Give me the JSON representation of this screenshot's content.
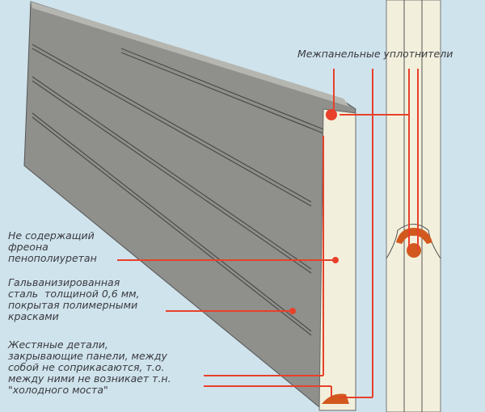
{
  "labels": {
    "seals": "Межпанельные уплотнители",
    "foam": "Не содержащий\nфреона\nпенополиуретан",
    "steel": "Гальванизированная\nсталь  толщиной 0,6 мм,\nпокрытая полимерными\nкрасками",
    "tin": "Жестяные детали,\nзакрывающие панели, между\nсобой не соприкасаются, т.о.\nмежду ними не возникает т.н.\n\"холодного моста\""
  },
  "colors": {
    "background": "#cfe3ec",
    "panel": "#8f908c",
    "core": "#f2f0dc",
    "leader": "#e8402a"
  }
}
